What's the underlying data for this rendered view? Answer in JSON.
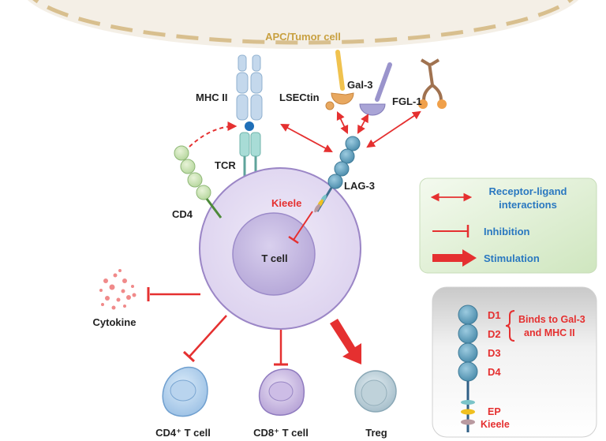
{
  "labels": {
    "apc": "APC/Tumor cell",
    "mhc": "MHC II",
    "lsectin": "LSECtin",
    "gal3": "Gal-3",
    "fgl1": "FGL-1",
    "tcr": "TCR",
    "lag3": "LAG-3",
    "kieele": "Kieele",
    "cd4": "CD4",
    "tcell": "T cell",
    "cytokine": "Cytokine",
    "cd4t": "CD4⁺ T cell",
    "cd8t": "CD8⁺ T cell",
    "treg": "Treg"
  },
  "legend": {
    "receptor_line1": "Receptor-ligand",
    "receptor_line2": "interactions",
    "inhibition": "Inhibition",
    "stimulation": "Stimulation"
  },
  "domains": {
    "d1": "D1",
    "d2": "D2",
    "d3": "D3",
    "d4": "D4",
    "binds_line1": "Binds to Gal-3",
    "binds_line2": "and MHC II",
    "ep": "EP",
    "kieele": "Kieele"
  },
  "colors": {
    "arrow_red": "#e53030",
    "legend_text": "#2a78c0",
    "apc_label": "#c8a040"
  }
}
